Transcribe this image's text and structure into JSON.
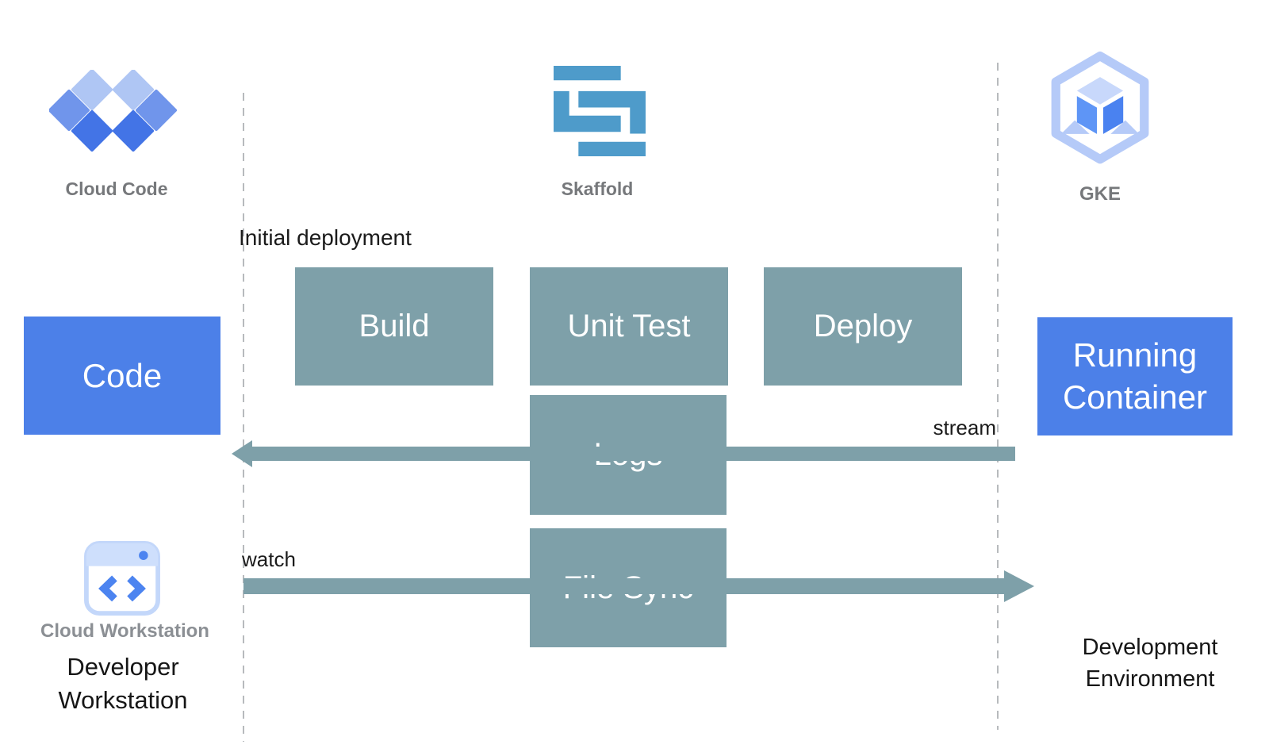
{
  "colors": {
    "process_box_teal": "#7EA0A9",
    "artifact_box_blue": "#4C80E8",
    "arrow_teal": "#7EA0A9",
    "skaffold_logo_blue": "#4E9BCA",
    "gke_outline_blue": "#B5CAF8",
    "cube_top_blue": "#C8D8FB",
    "cube_left_blue": "#5E95F6",
    "cube_right_blue": "#4A82F0",
    "diamond_light": "#AFC6F4",
    "diamond_medium": "#7095EB",
    "diamond_dark": "#4374E6",
    "workstation_blue": "#4C84F0",
    "divider_gray": "#b7babd",
    "logo_label_gray": "#76787b",
    "text_black": "#1b1b1b"
  },
  "logos": {
    "cloud_code": {
      "label": "Cloud Code"
    },
    "skaffold": {
      "label": "Skaffold"
    },
    "gke": {
      "label": "GKE"
    },
    "cloud_workstation": {
      "label": "Cloud Workstation"
    }
  },
  "boxes": {
    "code": "Code",
    "build": "Build",
    "unit_test": "Unit Test",
    "deploy": "Deploy",
    "logs": "Logs",
    "file_sync": "File Sync",
    "running_container": "Running Container"
  },
  "annotations": {
    "initial_deployment": "Initial deployment",
    "stream": "stream",
    "watch": "watch"
  },
  "captions": {
    "developer_workstation": {
      "line1": "Developer",
      "line2": "Workstation"
    },
    "development_environment": {
      "line1": "Development",
      "line2": "Environment"
    }
  }
}
